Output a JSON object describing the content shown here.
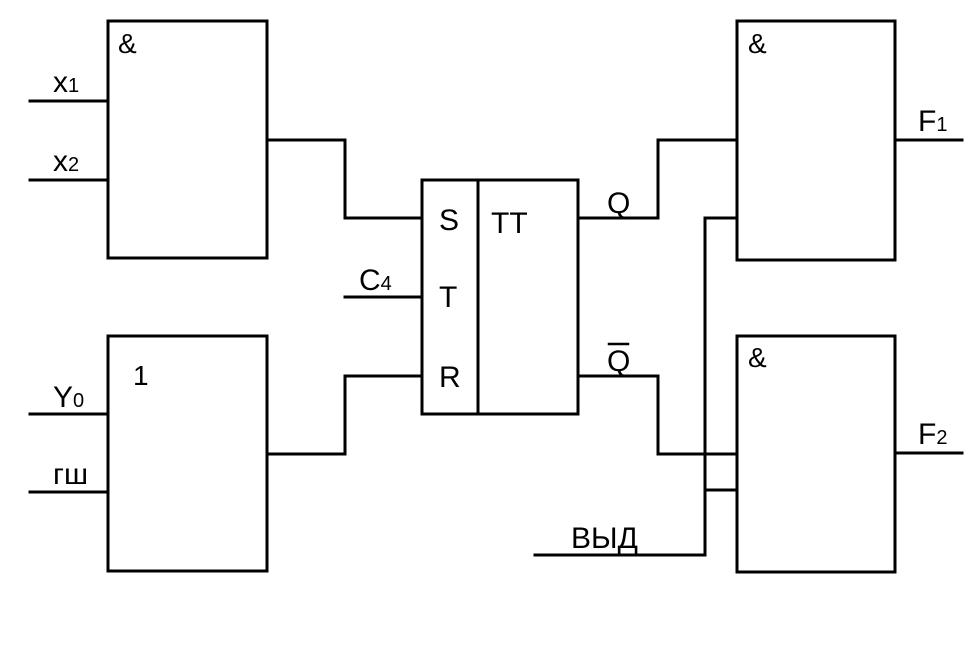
{
  "gates": {
    "and_in": {
      "symbol": "&"
    },
    "or_in": {
      "symbol": "1"
    },
    "and_f1": {
      "symbol": "&"
    },
    "and_f2": {
      "symbol": "&"
    }
  },
  "trigger": {
    "symbol": "TT",
    "s": "S",
    "t": "T",
    "r": "R"
  },
  "inputs": {
    "x1": {
      "main": "x",
      "sub": "1"
    },
    "x2": {
      "main": "x",
      "sub": "2"
    },
    "y0": {
      "main": "Y",
      "sub": "0"
    },
    "gsh": {
      "main": "гш"
    },
    "c4": {
      "main": "C",
      "sub": "4"
    },
    "vyd": {
      "main": "ВЫД"
    }
  },
  "outputs": {
    "q": "Q",
    "qbar": "Q",
    "f1": {
      "main": "F",
      "sub": "1"
    },
    "f2": {
      "main": "F",
      "sub": "2"
    }
  }
}
